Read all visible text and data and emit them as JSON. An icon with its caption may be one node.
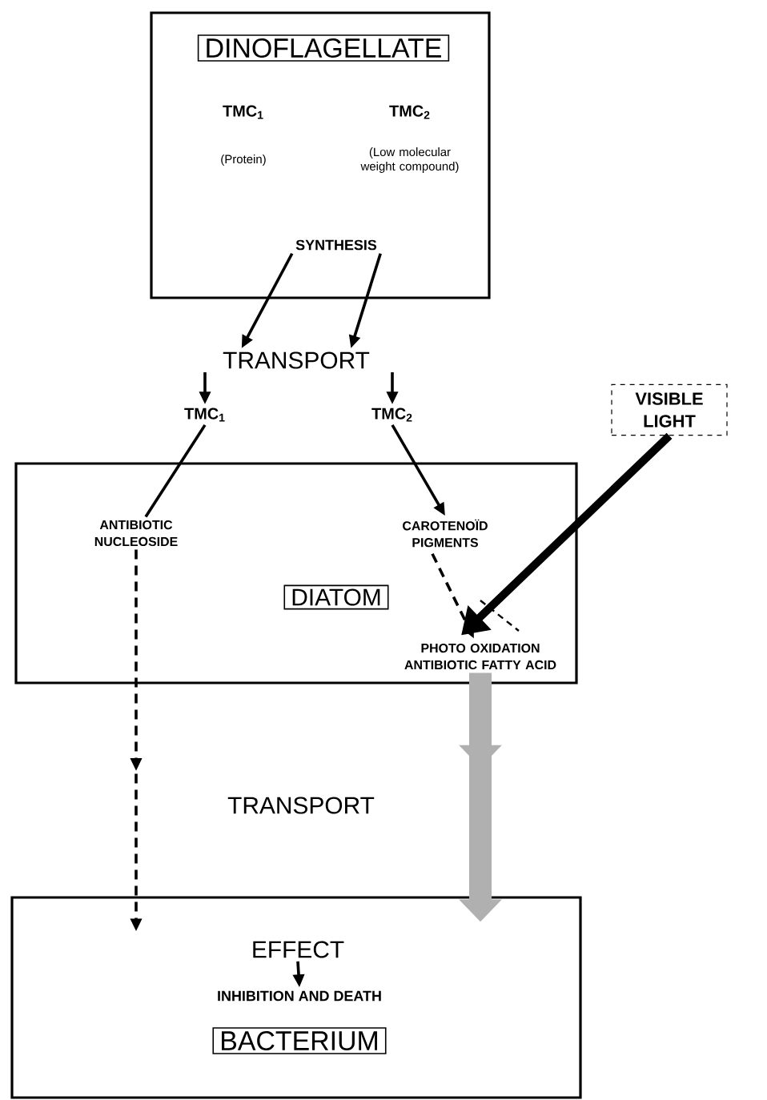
{
  "diagram": {
    "nodes": [
      {
        "text": [],
        "shape": "box"
      },
      {
        "text": [
          "DINOFLAGELLATE"
        ],
        "in": 0
      },
      {
        "text": [
          "SYNTHESIS"
        ],
        "in": 0
      },
      {
        "text": [
          "TRANSPORT"
        ]
      },
      {
        "text": [
          "TMC$_{1}$"
        ]
      },
      {
        "text": [
          "TMC$_{2}$"
        ]
      },
      {
        "text": [
          "VISIBLE LIGHT"
        ]
      },
      {
        "text": [],
        "shape": "box"
      },
      {
        "text": [
          "ANTIBIOTIC NUCLEOSIDE"
        ],
        "in": 7
      },
      {
        "text": [
          "CAROTENOÏD PIGMENTS"
        ],
        "in": 7
      },
      {
        "text": [
          "DIATOM"
        ],
        "in": 7
      },
      {
        "text": [
          "PHOTO OXIDATION ANTIBIOTIC FATTY ACID"
        ],
        "in": 7
      },
      {
        "text": [],
        "shape": "box"
      },
      {
        "text": [
          "EFFECT"
        ],
        "in": 12
      },
      {
        "text": [
          "INHIBITION AND DEATH"
        ],
        "in": 12
      },
      {
        "text": [
          "BACTERIUM"
        ],
        "in": 12
      }
    ],
    "edges": [
      {
        "from": 2,
        "to": 3,
        "arrow": "to"
      },
      {
        "from": 2,
        "to": 3,
        "arrow": "to"
      },
      {
        "from": 3,
        "to": 4,
        "arrow": "to"
      },
      {
        "from": 3,
        "to": 5,
        "arrow": "to"
      },
      {
        "from": 4,
        "to": 8,
        "arrow": "none"
      },
      {
        "from": 5,
        "to": 9,
        "arrow": "to"
      },
      {
        "from": 9,
        "to": 11,
        "arrow": "to",
        "style": "dashed"
      },
      {
        "from": 6,
        "to": 11,
        "arrow": "to",
        "style": "thick"
      },
      {
        "from": 8,
        "to": 12,
        "arrow": "to",
        "style": "dashed"
      },
      {
        "from": 11,
        "to": 12,
        "arrow": "to",
        "style": "thick",
        "color": "#b0b0b0"
      },
      {
        "from": 13,
        "to": 14,
        "arrow": "to"
      }
    ],
    "labels": [
      "TMC$_{1}$",
      "TMC$_{2}$",
      "(Protein)",
      "(Low molecular weight compound)",
      "TRANSPORT"
    ]
  }
}
